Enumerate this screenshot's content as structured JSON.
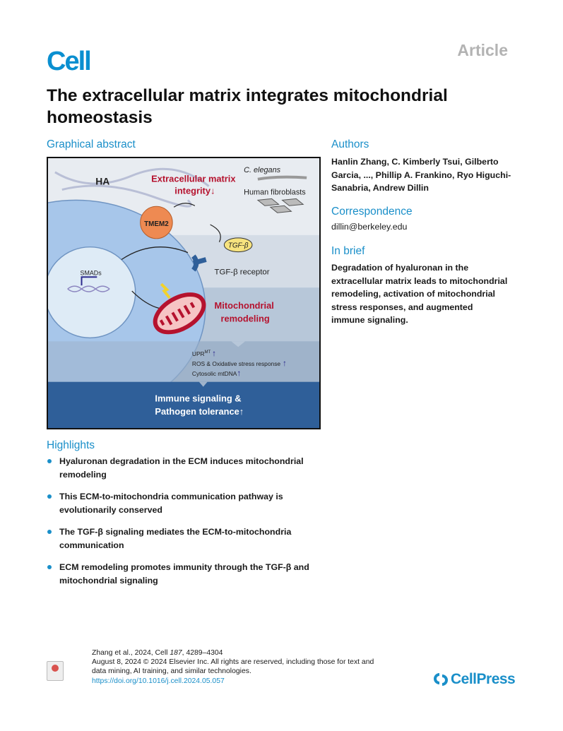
{
  "header": {
    "journal": "Cell",
    "article_type": "Article"
  },
  "title": "The extracellular matrix integrates mitochondrial homeostasis",
  "graphical_abstract": {
    "heading": "Graphical abstract",
    "labels": {
      "ha": "HA",
      "ecm_line1": "Extracellular matrix",
      "ecm_line2": "integrity↓",
      "c_elegans": "C. elegans",
      "fibroblasts": "Human fibroblasts",
      "tmem2": "TMEM2",
      "tgfb": "TGF-β",
      "receptor": "TGF-β receptor",
      "smads": "SMADs",
      "mito_line1": "Mitochondrial",
      "mito_line2": "remodeling",
      "upr": "UPR",
      "upr_sup": "MT",
      "ros": "ROS & Oxidative stress response",
      "mtdna": "Cytosolic mtDNA",
      "up_arrow": "↑",
      "immune_line1": "Immune signaling &",
      "immune_line2": "Pathogen tolerance↑"
    }
  },
  "authors": {
    "heading": "Authors",
    "text": "Hanlin Zhang, C. Kimberly Tsui, Gilberto Garcia, ..., Phillip A. Frankino, Ryo Higuchi-Sanabria, Andrew Dillin"
  },
  "correspondence": {
    "heading": "Correspondence",
    "email": "dillin@berkeley.edu"
  },
  "in_brief": {
    "heading": "In brief",
    "text": "Degradation of hyaluronan in the extracellular matrix leads to mitochondrial remodeling, activation of mitochondrial stress responses, and augmented immune signaling."
  },
  "highlights": {
    "heading": "Highlights",
    "items": [
      "Hyaluronan degradation in the ECM induces mitochondrial remodeling",
      "This ECM-to-mitochondria communication pathway is evolutionarily conserved",
      "The TGF-β signaling mediates the ECM-to-mitochondria communication",
      "ECM remodeling promotes immunity through the TGF-β and mitochondrial signaling"
    ]
  },
  "footer": {
    "citation_prefix": "Zhang et al., 2024, Cell ",
    "volume": "187",
    "pages": ", 4289–4304",
    "copyright": "August 8, 2024 © 2024 Elsevier Inc. All rights are reserved, including those for text and data mining, AI training, and similar technologies.",
    "doi": "https://doi.org/10.1016/j.cell.2024.05.057",
    "publisher": "CellPress"
  },
  "colors": {
    "accent": "#1a8fc9",
    "ecm_red": "#b5122e",
    "dark_band": "#2f5f99"
  }
}
